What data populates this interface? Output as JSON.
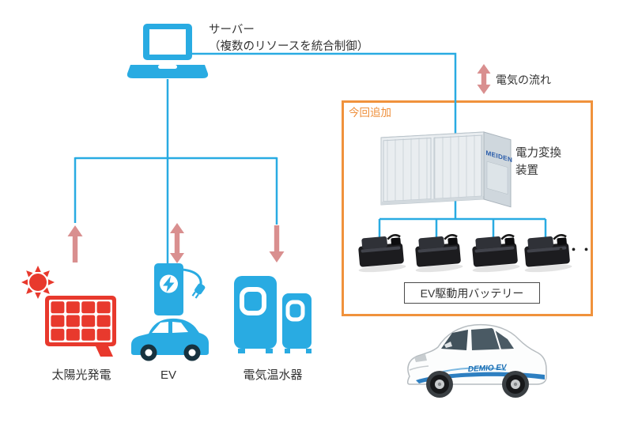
{
  "server": {
    "title": "サーバー",
    "subtitle": "（複数のリソースを統合制御）"
  },
  "flow": {
    "label": "電気の流れ"
  },
  "added_frame": {
    "label": "今回追加"
  },
  "converter": {
    "label": "電力変換装置",
    "brand": "MEIDEN"
  },
  "batteries": {
    "label": "EV駆動用バッテリー",
    "more": "・・・"
  },
  "resources": [
    {
      "id": "solar",
      "label": "太陽光発電"
    },
    {
      "id": "ev",
      "label": "EV"
    },
    {
      "id": "water_heater",
      "label": "電気温水器"
    }
  ],
  "car": {
    "graphic": "DEMIO EV"
  },
  "colors": {
    "line_blue": "#29abe2",
    "arrow_pink": "#d98f8f",
    "frame_orange": "#f0923c",
    "solar_red": "#e8392d"
  }
}
